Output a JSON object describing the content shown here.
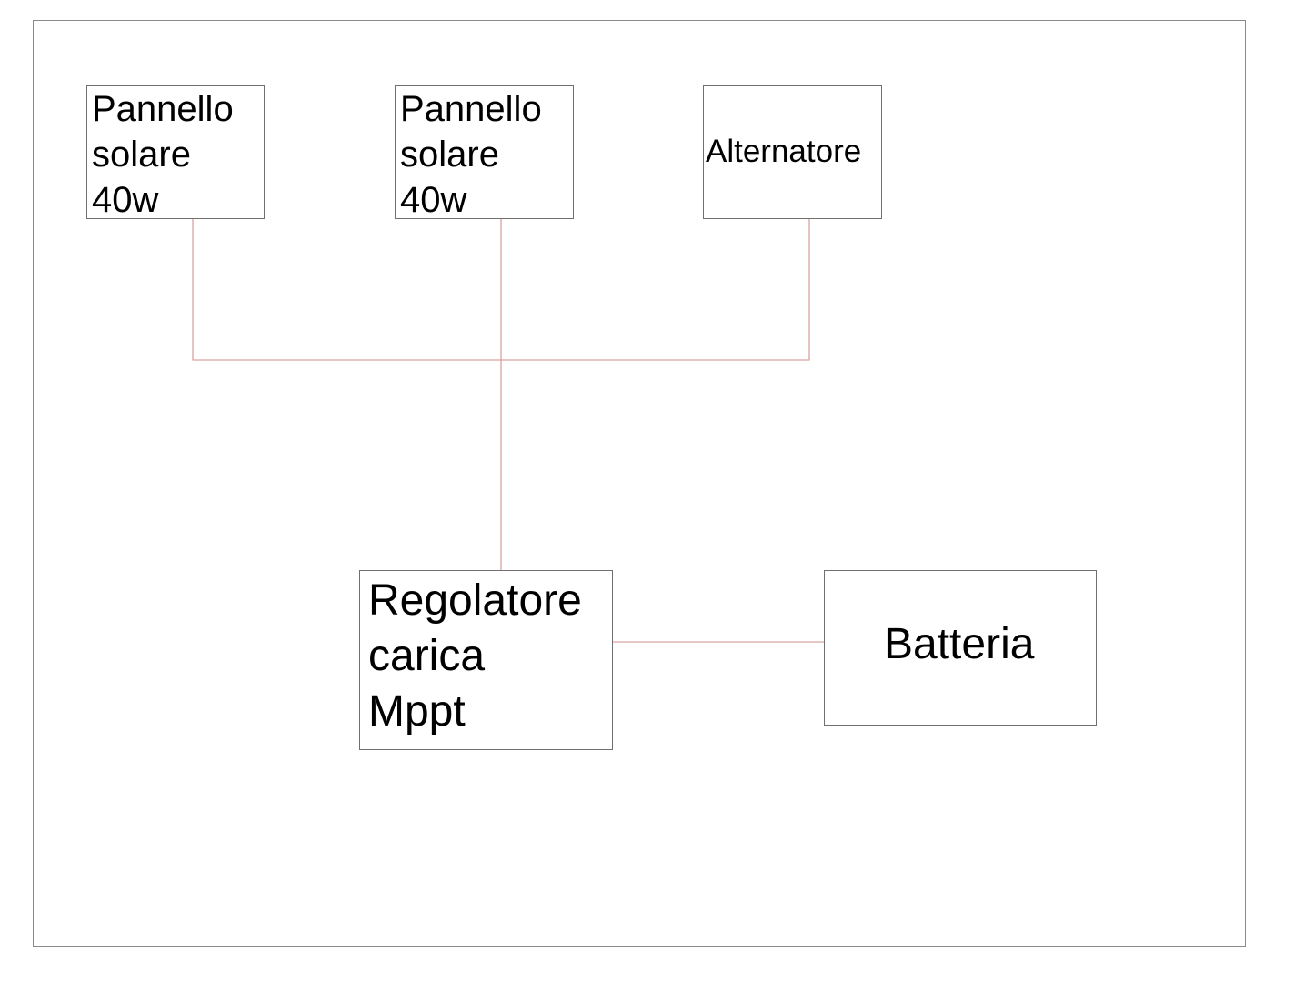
{
  "diagram": {
    "wire_color": "#d9a3a3",
    "nodes": {
      "panel_1": {
        "label": "Pannello\nsolare\n40w"
      },
      "panel_2": {
        "label": "Pannello\nsolare\n40w"
      },
      "alternator": {
        "label": "Alternatore"
      },
      "regulator": {
        "label": "Regolatore\ncarica\nMppt"
      },
      "battery": {
        "label": "Batteria"
      }
    },
    "connections": [
      {
        "from": "panel_1",
        "to": "regulator"
      },
      {
        "from": "panel_2",
        "to": "regulator"
      },
      {
        "from": "alternator",
        "to": "regulator"
      },
      {
        "from": "regulator",
        "to": "battery"
      }
    ]
  }
}
